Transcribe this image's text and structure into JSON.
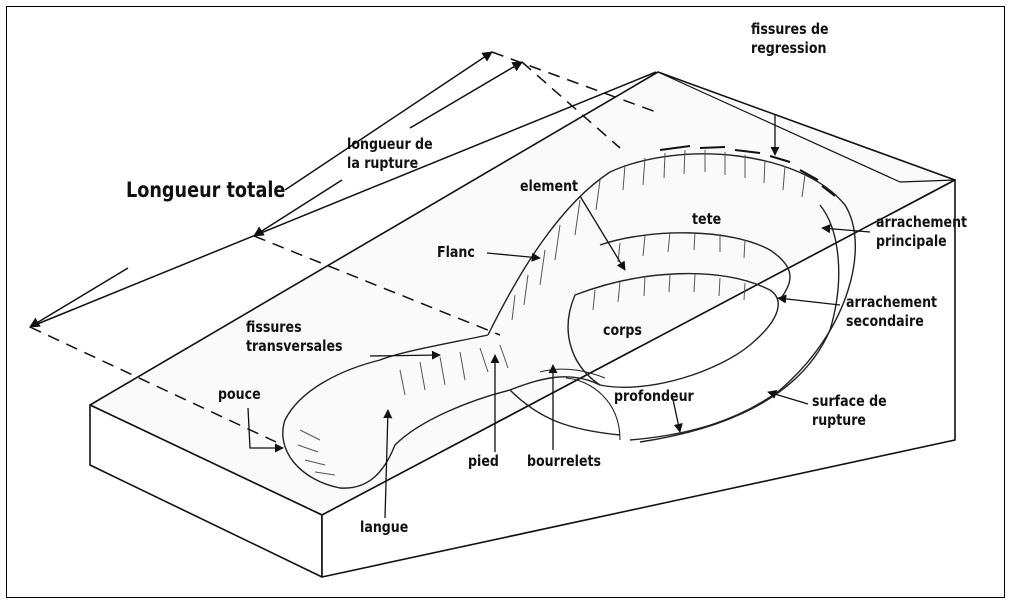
{
  "labels": {
    "fissures_regression": "fissures de\nregression",
    "longueur_totale": "Longueur totale",
    "longueur_rupture": "longueur de\nla rupture",
    "element": "element",
    "tete": "tete",
    "arrachement_principale": "arrachement\nprincipale",
    "flanc": "Flanc",
    "arrachement_secondaire": "arrachement\nsecondaire",
    "fissures_transversales": "fissures\ntransversales",
    "corps": "corps",
    "pouce": "pouce",
    "profondeur": "profondeur",
    "surface_rupture": "surface de\nrupture",
    "pied": "pied",
    "bourrelets": "bourrelets",
    "langue": "langue"
  }
}
